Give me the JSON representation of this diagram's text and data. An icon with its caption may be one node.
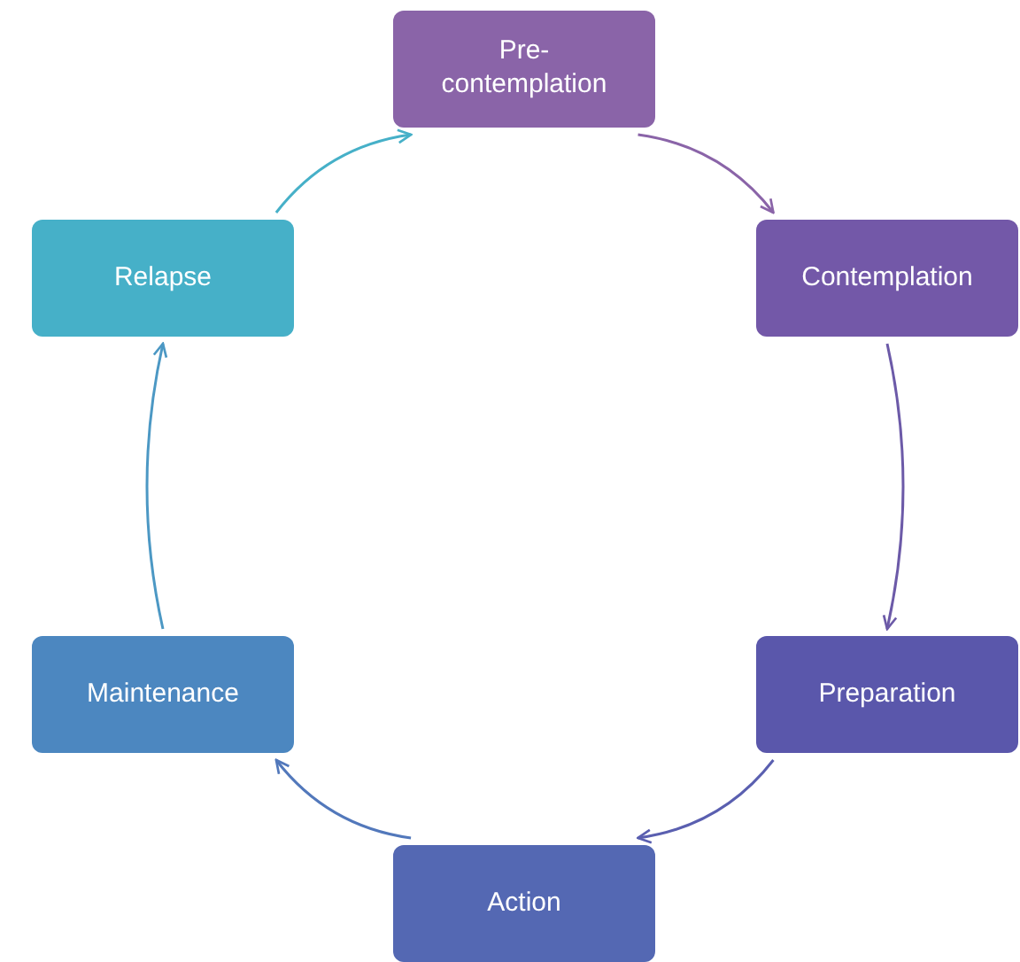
{
  "diagram": {
    "nodes": [
      {
        "text": [
          "Pre-contemplation"
        ]
      },
      {
        "text": [
          "Contemplation"
        ]
      },
      {
        "text": [
          "Preparation"
        ]
      },
      {
        "text": [
          "Action"
        ]
      },
      {
        "text": [
          "Maintenance"
        ]
      },
      {
        "text": [
          "Relapse"
        ]
      }
    ],
    "edges": [
      {
        "from": 0,
        "to": 1,
        "arrow": "to",
        "color": "#8a64a8"
      },
      {
        "from": 1,
        "to": 2,
        "arrow": "to",
        "color": "#6c5aa8"
      },
      {
        "from": 2,
        "to": 3,
        "arrow": "to",
        "color": "#5a5fb0"
      },
      {
        "from": 3,
        "to": 4,
        "arrow": "to",
        "color": "#5278bb"
      },
      {
        "from": 4,
        "to": 5,
        "arrow": "to",
        "color": "#4c98c4"
      },
      {
        "from": 5,
        "to": 0,
        "arrow": "to",
        "color": "#46b0c8"
      }
    ]
  }
}
